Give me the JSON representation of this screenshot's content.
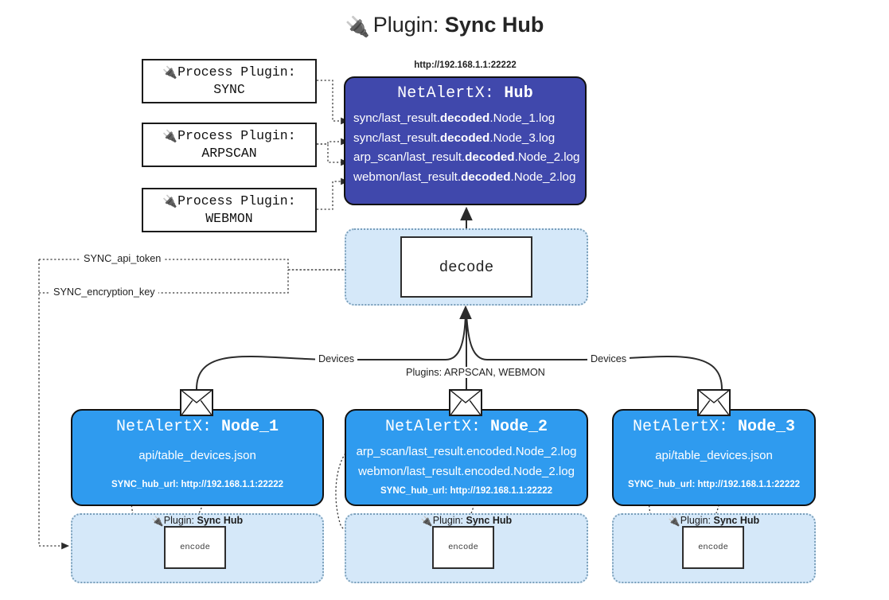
{
  "title": {
    "icon": "plug-icon",
    "prefix": "Plugin:",
    "name": "Sync Hub"
  },
  "process_plugins": [
    {
      "icon": "plug-icon",
      "line1": "Process Plugin:",
      "line2": "SYNC"
    },
    {
      "icon": "plug-icon",
      "line1": "Process Plugin:",
      "line2": "ARPSCAN"
    },
    {
      "icon": "plug-icon",
      "line1": "Process Plugin:",
      "line2": "WEBMON"
    }
  ],
  "hub": {
    "url": "http://192.168.1.1:22222",
    "title_prefix": "NetAlertX:",
    "title_name": "Hub",
    "logs": [
      {
        "pre": "sync/last_result.",
        "bold": "decoded",
        "post": ".Node_1.log"
      },
      {
        "pre": "sync/last_result.",
        "bold": "decoded",
        "post": ".Node_3.log"
      },
      {
        "pre": "arp_scan/last_result.",
        "bold": "decoded",
        "post": ".Node_2.log"
      },
      {
        "pre": "webmon/last_result.",
        "bold": "decoded",
        "post": ".Node_2.log"
      }
    ]
  },
  "decode": {
    "label": "decode"
  },
  "edge_labels": {
    "api_token": "SYNC_api_token",
    "encryption_key": "SYNC_encryption_key",
    "devices_left": "Devices",
    "devices_right": "Devices",
    "plugins_middle": "Plugins: ARPSCAN, WEBMON"
  },
  "nodes": [
    {
      "title_prefix": "NetAlertX:",
      "title_name": "Node_1",
      "lines": [
        "api/table_devices.json"
      ],
      "footer": "SYNC_hub_url: http://192.168.1.1:22222",
      "envelope_icon": "envelope-icon",
      "band": {
        "icon": "plug-icon",
        "prefix": "Plugin:",
        "name": "Sync Hub",
        "box_label": "encode"
      }
    },
    {
      "title_prefix": "NetAlertX:",
      "title_name": "Node_2",
      "lines": [
        "arp_scan/last_result.encoded.Node_2.log",
        "webmon/last_result.encoded.Node_2.log"
      ],
      "footer": "SYNC_hub_url: http://192.168.1.1:22222",
      "envelope_icon": "envelope-icon",
      "band": {
        "icon": "plug-icon",
        "prefix": "Plugin:",
        "name": "Sync Hub",
        "box_label": "encode"
      }
    },
    {
      "title_prefix": "NetAlertX:",
      "title_name": "Node_3",
      "lines": [
        "api/table_devices.json"
      ],
      "footer": "SYNC_hub_url: http://192.168.1.1:22222",
      "envelope_icon": "envelope-icon",
      "band": {
        "icon": "plug-icon",
        "prefix": "Plugin:",
        "name": "Sync Hub",
        "box_label": "encode"
      }
    }
  ],
  "colors": {
    "hub_fill": "#4048ac",
    "node_fill": "#2f9bef",
    "container_fill": "#d5e8f9",
    "container_border": "#7a9fba",
    "stroke": "#2e2e2e",
    "background": "#ffffff"
  }
}
